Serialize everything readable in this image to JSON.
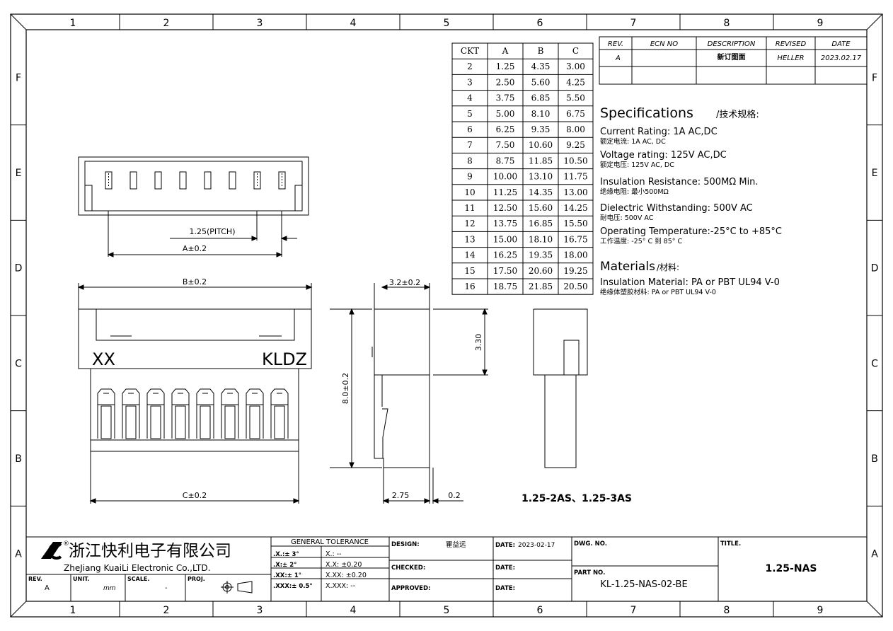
{
  "zones": {
    "columns": [
      "1",
      "2",
      "3",
      "4",
      "5",
      "6",
      "7",
      "8",
      "9"
    ],
    "rows": [
      "F",
      "E",
      "D",
      "C",
      "B",
      "A"
    ]
  },
  "revision_table": {
    "headers": [
      "REV.",
      "ECN NO",
      "DESCRIPTION",
      "REVISED",
      "DATE"
    ],
    "rows": [
      [
        "A",
        "",
        "新订图面",
        "HELLER",
        "2023.02.17"
      ],
      [
        "",
        "",
        "",
        "",
        ""
      ]
    ]
  },
  "ckt_table": {
    "headers": [
      "CKT",
      "A",
      "B",
      "C"
    ],
    "rows": [
      [
        "2",
        "1.25",
        "4.35",
        "3.00"
      ],
      [
        "3",
        "2.50",
        "5.60",
        "4.25"
      ],
      [
        "4",
        "3.75",
        "6.85",
        "5.50"
      ],
      [
        "5",
        "5.00",
        "8.10",
        "6.75"
      ],
      [
        "6",
        "6.25",
        "9.35",
        "8.00"
      ],
      [
        "7",
        "7.50",
        "10.60",
        "9.25"
      ],
      [
        "8",
        "8.75",
        "11.85",
        "10.50"
      ],
      [
        "9",
        "10.00",
        "13.10",
        "11.75"
      ],
      [
        "10",
        "11.25",
        "14.35",
        "13.00"
      ],
      [
        "11",
        "12.50",
        "15.60",
        "14.25"
      ],
      [
        "12",
        "13.75",
        "16.85",
        "15.50"
      ],
      [
        "13",
        "15.00",
        "18.10",
        "16.75"
      ],
      [
        "14",
        "16.25",
        "19.35",
        "18.00"
      ],
      [
        "15",
        "17.50",
        "20.60",
        "19.25"
      ],
      [
        "16",
        "18.75",
        "21.85",
        "20.50"
      ]
    ]
  },
  "specs": {
    "title": "Specifications",
    "title_cn": "/技术规格:",
    "lines": [
      {
        "en": "Current  Rating: 1A  AC,DC",
        "cn": "额定电流: 1A AC, DC"
      },
      {
        "en": "Voltage  rating: 125V  AC,DC",
        "cn": "额定电压: 125V AC, DC"
      },
      {
        "en": "Insulation  Resistance:  500MΩ  Min.",
        "cn": "绝缘电阻: 最小500MΩ"
      },
      {
        "en": "Dielectric  Withstanding: 500V  AC",
        "cn": "耐电压: 500V AC"
      },
      {
        "en": "Operating  Temperature:-25°C  to  +85°C",
        "cn": "工作温度: -25° C 到 85° C"
      }
    ],
    "materials_title": "Materials",
    "materials_title_cn": "/材料:",
    "materials_en": "Insulation  Material: PA  or  PBT  UL94  V-0",
    "materials_cn": "绝缘体塑胶材料: PA or PBT UL94 V-0"
  },
  "dimensions": {
    "pitch": "1.25(PITCH)",
    "a": "A±0.2",
    "b": "B±0.2",
    "c": "C±0.2",
    "w_side": "3.2±0.2",
    "h_top": "3.30",
    "h_total": "8.0±0.2",
    "d_275": "2.75",
    "d_02": "0.2"
  },
  "markings": {
    "left": "XX",
    "right": "KLDZ"
  },
  "variant_note": "1.25-2AS、1.25-3AS",
  "title_block": {
    "company_cn": "浙江快利电子有限公司",
    "company_en": "ZheJiang KuaiLi Electronic Co.,LTD.",
    "registered": "®",
    "tolerance_title": "GENERAL  TOLERANCE",
    "tol_angles": [
      ".X.:± 3°",
      ".X:± 2°",
      ".XX:± 1°",
      ".XXX:± 0.5°"
    ],
    "tol_linear": [
      "X.:      --",
      "X.X:    ±0.20",
      "X.XX:  ±0.20",
      "X.XXX:  --"
    ],
    "design_label": "DESIGN:",
    "design_value": "瞿益远",
    "checked_label": "CHECKED:",
    "approved_label": "APPROVED:",
    "date_label": "DATE:",
    "date_value": "2023-02-17",
    "dwg_no_label": "DWG. NO.",
    "part_no_label": "PART NO.",
    "part_no": "KL-1.25-NAS-02-BE",
    "title_label": "TITLE.",
    "title": "1.25-NAS",
    "rev_label": "REV.",
    "rev": "A",
    "unit_label": "UNIT.",
    "unit": "mm",
    "scale_label": "SCALE.",
    "scale": "-",
    "proj_label": "PROJ."
  }
}
